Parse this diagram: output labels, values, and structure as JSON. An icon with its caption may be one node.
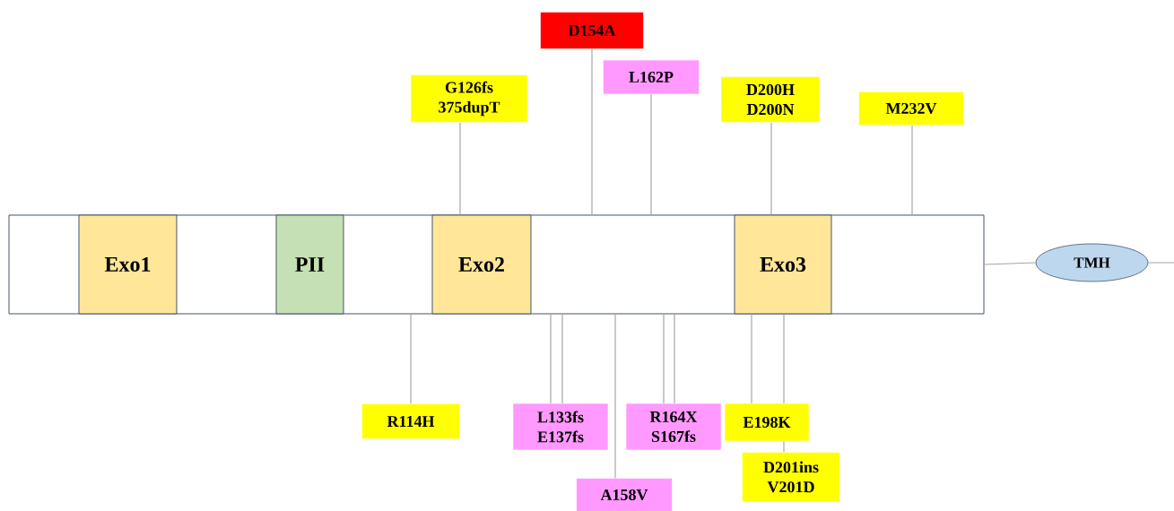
{
  "diagram": {
    "nodes": [
      {
        "text": [],
        "shape": "box"
      },
      {
        "text": [
          "Exo1"
        ],
        "in": 0
      },
      {
        "text": [
          "PII"
        ],
        "in": 0
      },
      {
        "text": [
          "Exo2"
        ],
        "in": 0
      },
      {
        "text": [
          "Exo3"
        ],
        "in": 0
      },
      {
        "text": [
          "TMH"
        ]
      },
      {
        "text": [
          "D154A"
        ]
      },
      {
        "text": [
          "G126fs",
          "375dupT"
        ]
      },
      {
        "text": [
          "L162P"
        ]
      },
      {
        "text": [
          "D200H",
          "D200N"
        ]
      },
      {
        "text": [
          "M232V"
        ]
      },
      {
        "text": [
          "R114H"
        ]
      },
      {
        "text": [
          "L133fs",
          "E137fs"
        ]
      },
      {
        "text": [
          "A158V"
        ]
      },
      {
        "text": [
          "R164X",
          "S167fs"
        ]
      },
      {
        "text": [
          "E198K"
        ]
      },
      {
        "text": [
          "D201ins",
          "V201D"
        ]
      }
    ],
    "edges": [
      {
        "from": 0,
        "to": 5,
        "arrow": "none"
      },
      {
        "from": 5,
        "to": null,
        "arrow": "none"
      },
      {
        "from": 7,
        "to": 0,
        "arrow": "none"
      },
      {
        "from": 6,
        "to": 0,
        "arrow": "none"
      },
      {
        "from": 8,
        "to": 0,
        "arrow": "none"
      },
      {
        "from": 9,
        "to": 0,
        "arrow": "none"
      },
      {
        "from": 10,
        "to": 0,
        "arrow": "none"
      },
      {
        "from": 11,
        "to": 0,
        "arrow": "none"
      },
      {
        "from": 12,
        "to": 0,
        "arrow": "none"
      },
      {
        "from": 12,
        "to": 0,
        "arrow": "none"
      },
      {
        "from": 13,
        "to": 0,
        "arrow": "none"
      },
      {
        "from": 14,
        "to": 0,
        "arrow": "none"
      },
      {
        "from": 14,
        "to": 0,
        "arrow": "none"
      },
      {
        "from": 15,
        "to": 0,
        "arrow": "none"
      },
      {
        "from": 15,
        "to": 0,
        "arrow": "none"
      },
      {
        "from": 16,
        "to": 15,
        "arrow": "none"
      }
    ]
  }
}
